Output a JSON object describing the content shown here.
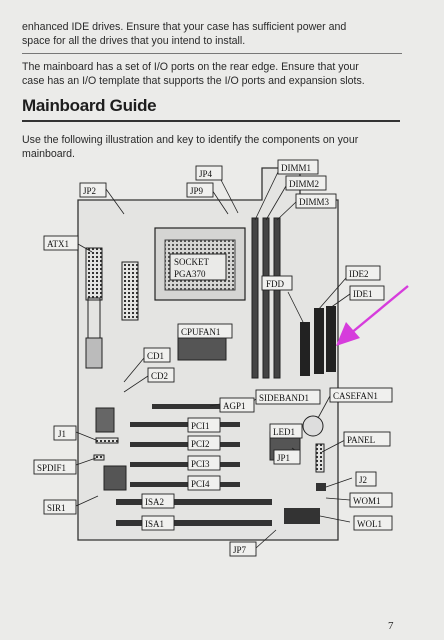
{
  "paragraphs": {
    "drives_line1": "enhanced IDE drives. Ensure that your case has sufficient power and",
    "drives_line2": "space for all the drives that you intend to install.",
    "io_line1": "The mainboard has a set of I/O ports on the rear edge. Ensure that your",
    "io_line2": "case has an I/O template that supports the I/O ports and expansion slots."
  },
  "section": {
    "title": "Mainboard Guide",
    "intro_line1": "Use the following illustration and key to identify the components on your",
    "intro_line2": "mainboard."
  },
  "diagram": {
    "labels": {
      "jp4": "JP4",
      "jp9": "JP9",
      "jp2": "JP2",
      "dimm1": "DIMM1",
      "dimm2": "DIMM2",
      "dimm3": "DIMM3",
      "atx1": "ATX1",
      "socket_line1": "SOCKET",
      "socket_line2": "PGA370",
      "fdd": "FDD",
      "ide2": "IDE2",
      "ide1": "IDE1",
      "cpufan1": "CPUFAN1",
      "cd1": "CD1",
      "cd2": "CD2",
      "agp1": "AGP1",
      "sideband1": "SIDEBAND1",
      "casefan1": "CASEFAN1",
      "j1": "J1",
      "pci1": "PCI1",
      "pci2": "PCI2",
      "pci3": "PCI3",
      "pci4": "PCI4",
      "led1": "LED1",
      "panel": "PANEL",
      "jp1": "JP1",
      "spdif1": "SPDIF1",
      "j2": "J2",
      "isa2": "ISA2",
      "wom1": "WOM1",
      "sir1": "SIR1",
      "isa1": "ISA1",
      "wol1": "WOL1",
      "jp7": "JP7"
    },
    "arrow_color": "#d63cdc"
  },
  "footer": {
    "page_number": "7"
  }
}
